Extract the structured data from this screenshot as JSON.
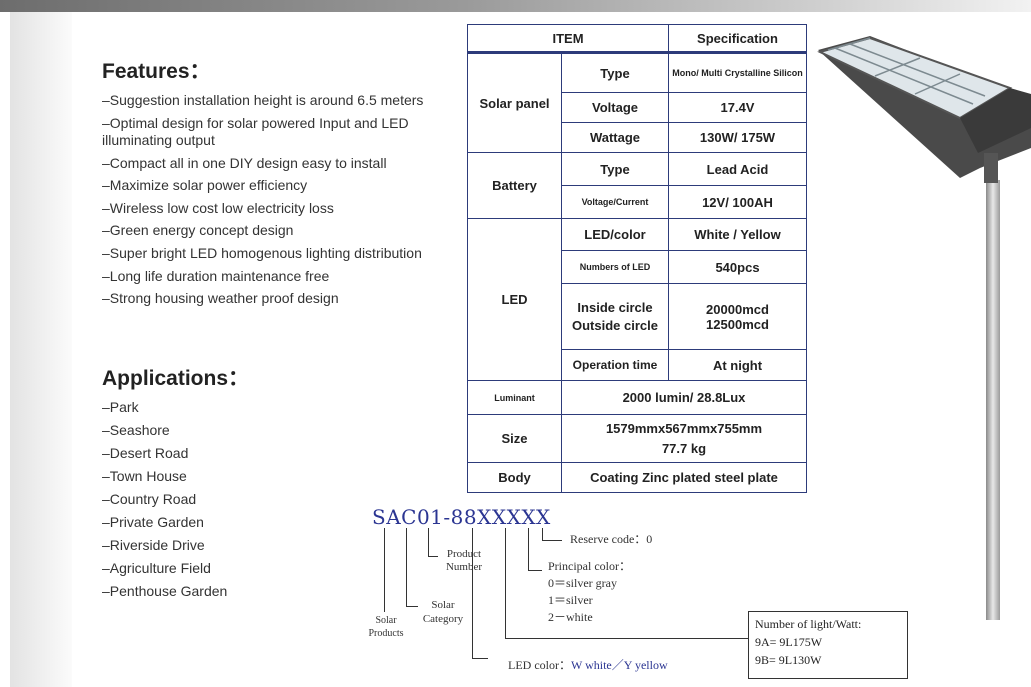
{
  "features": {
    "heading": "Features：",
    "items": [
      "–Suggestion installation height is around 6.5 meters",
      "–Optimal design for solar powered Input and LED illuminating output",
      "–Compact all in one DIY design easy to install",
      "–Maximize solar power efficiency",
      "–Wireless low cost low electricity loss",
      "–Green energy concept design",
      "–Super bright LED homogenous lighting distribution",
      "–Long life duration maintenance free",
      "–Strong housing weather proof design"
    ]
  },
  "applications": {
    "heading": "Applications：",
    "items": [
      "–Park",
      "–Seashore",
      "–Desert Road",
      "–Town House",
      "–Country Road",
      "–Private Garden",
      "–Riverside Drive",
      "–Agriculture Field",
      "–Penthouse Garden"
    ]
  },
  "spec_table": {
    "headers": [
      "ITEM",
      "Specification"
    ],
    "solar_panel": {
      "label": "Solar panel",
      "type_label": "Type",
      "type_value": "Mono/ Multi Crystalline Silicon",
      "voltage_label": "Voltage",
      "voltage_value": "17.4V",
      "wattage_label": "Wattage",
      "wattage_value": "130W/ 175W"
    },
    "battery": {
      "label": "Battery",
      "type_label": "Type",
      "type_value": "Lead Acid",
      "vc_label": "Voltage/Current",
      "vc_value": "12V/ 100AH"
    },
    "led": {
      "label": "LED",
      "color_label": "LED/color",
      "color_value": "White / Yellow",
      "num_label": "Numbers of LED",
      "num_value": "540pcs",
      "inside_label": "Inside circle",
      "outside_label": "Outside circle",
      "inside_value": "20000mcd",
      "outside_value": "12500mcd",
      "op_label": "Operation time",
      "op_value": "At night"
    },
    "luminant": {
      "label": "Luminant",
      "value": "2000 lumin/ 28.8Lux"
    },
    "size": {
      "label": "Size",
      "value_line1": "1579mmx567mmx755mm",
      "value_line2": "77.7 kg"
    },
    "body": {
      "label": "Body",
      "value": "Coating Zinc plated steel plate"
    }
  },
  "model_code": {
    "code": "SAC01-88XXXXX",
    "reserve": "Reserve code：0",
    "principal_title": "Principal color：",
    "principal_options": [
      "0＝silver gray",
      "1＝silver",
      "2－white"
    ],
    "product_number": "Product Number",
    "solar_category": "Solar Category",
    "solar_products": "Solar Products",
    "led_color_prefix": "LED color：",
    "led_color_value": "W white／Y yellow",
    "light_watt_title": "Number of light/Watt:",
    "light_watt_a": "9A= 9L175W",
    "light_watt_b": "9B= 9L130W"
  },
  "colors": {
    "table_border": "#2d3b7a",
    "code_blue": "#2b3592"
  }
}
